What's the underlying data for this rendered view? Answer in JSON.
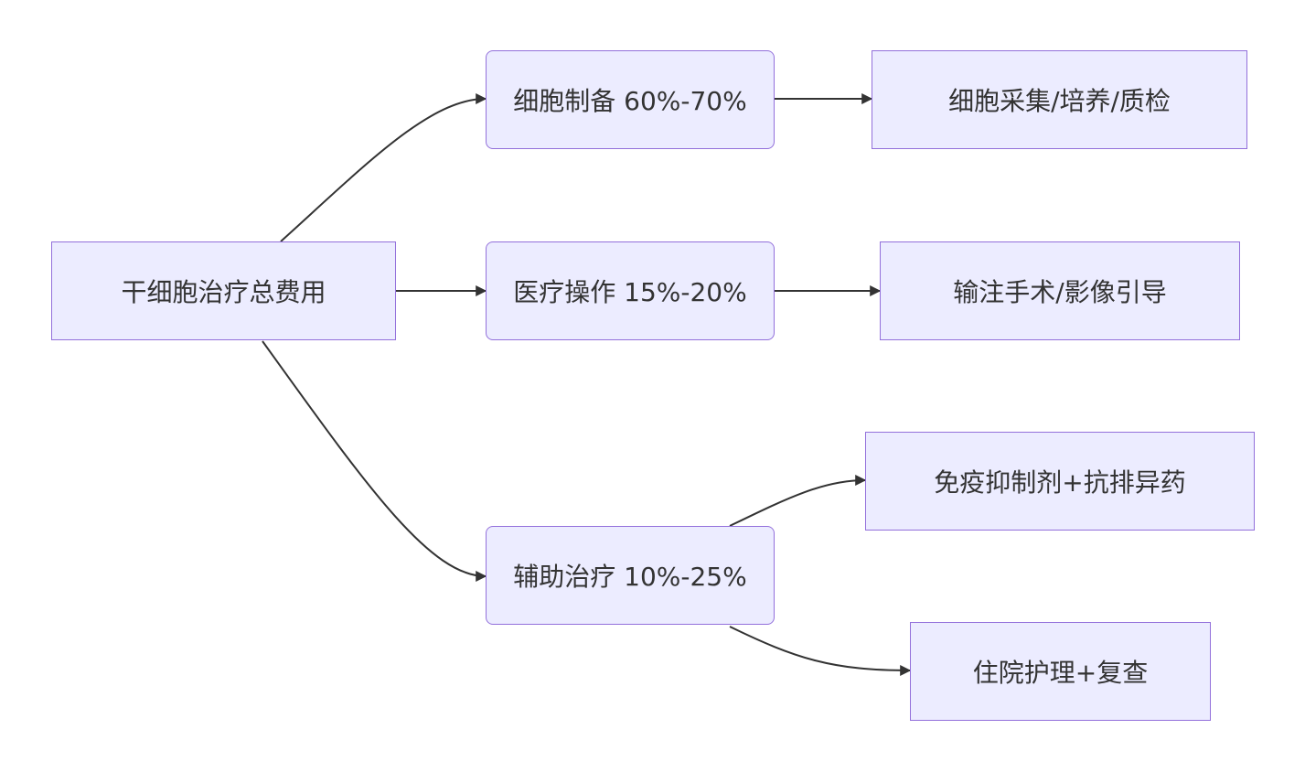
{
  "nodes": {
    "root": "干细胞治疗总费用",
    "prep": "细胞制备 60%-70%",
    "ops": "医疗操作 15%-20%",
    "aux": "辅助治疗 10%-25%",
    "prep_detail": "细胞采集/培养/质检",
    "ops_detail": "输注手术/影像引导",
    "aux_detail_1": "免疫抑制剂+抗排异药",
    "aux_detail_2": "住院护理+复查"
  },
  "colors": {
    "node_fill": "#ECECFF",
    "node_border": "#9370DB",
    "edge": "#333333",
    "text": "#333333"
  }
}
